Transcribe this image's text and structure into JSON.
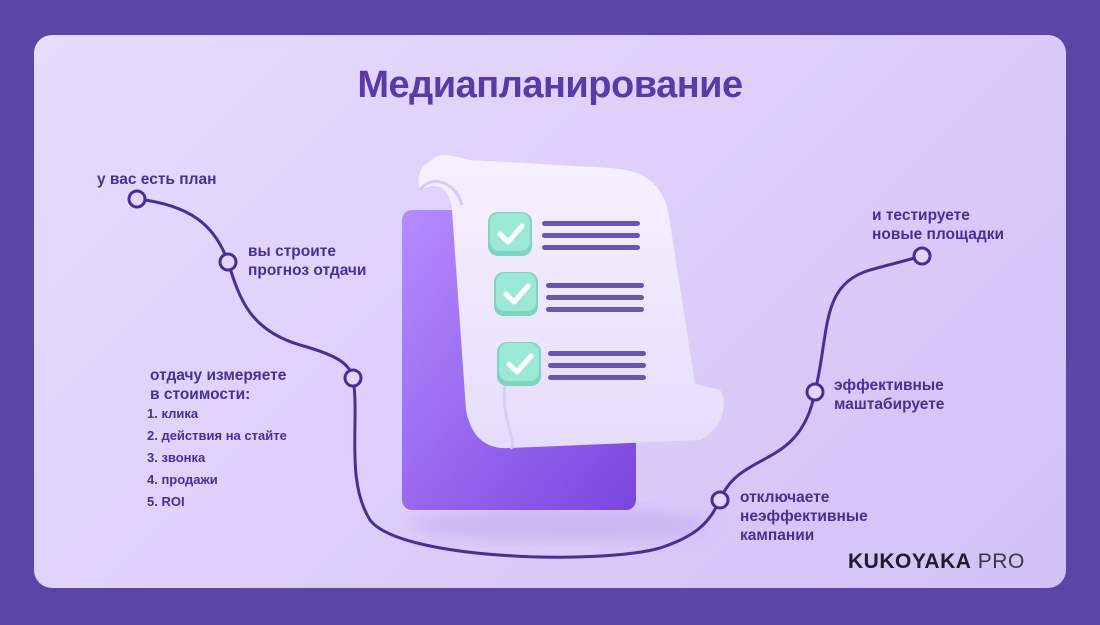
{
  "title": "Медиапланирование",
  "steps": {
    "plan": [
      "у вас есть план"
    ],
    "forecast": [
      "вы строите",
      "прогноз отдачи"
    ],
    "measure": [
      "отдачу измеряете",
      "в стоимости:"
    ],
    "disable": [
      "отключаете",
      "неэффективные",
      "кампании"
    ],
    "scale": [
      "эффективные",
      "маштабируете"
    ],
    "test": [
      "и тестируете",
      "новые площадки"
    ]
  },
  "measure_items": [
    "1. клика",
    "2. действия на стайте",
    "3. звонка",
    "4. продажи",
    "5. ROI"
  ],
  "brand": {
    "name": "KUKOYAKA",
    "suffix": "PRO"
  },
  "colors": {
    "background": "#5b45a6",
    "card": "#e2d6fd",
    "accent": "#5a3aa6",
    "line": "#4a2f93",
    "check": "#8fe0cf",
    "folder": "#8a58e6"
  }
}
